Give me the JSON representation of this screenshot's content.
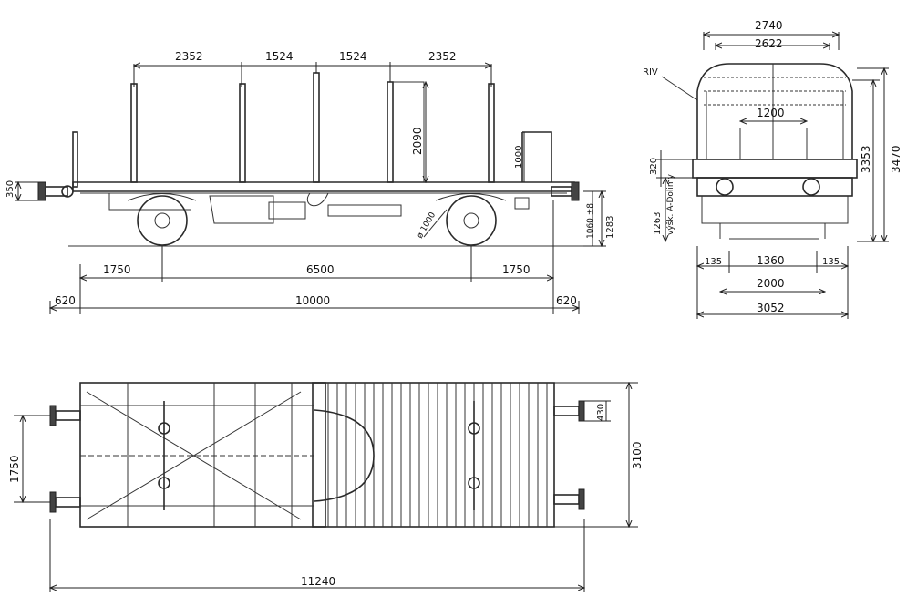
{
  "side_view": {
    "stake_spacing": [
      "2352",
      "1524",
      "1524",
      "2352"
    ],
    "stake_height": "2090",
    "end_wall_height": "1000",
    "buffer_height": "350",
    "top_of_frame_height": "1283",
    "top_of_frame_height_alt": "1060 ±8",
    "wheel_diameter": "ø 1000",
    "overhang_left": "1750",
    "wheelbase": "6500",
    "overhang_right": "1750",
    "buffer_length_left": "620",
    "length_over_frame": "10000",
    "buffer_length_right": "620"
  },
  "end_view": {
    "top_width_outer": "2740",
    "top_width_inner": "2622",
    "label_riv": "RIV",
    "inner_gap": "1200",
    "floor_to_frame": "320",
    "height_to_stakes": "3353",
    "total_height": "3470",
    "frame_height_label": "1263",
    "frame_height_note": "výšk. A-Dolimy",
    "left_margin": "135",
    "track_gauge": "1360",
    "right_margin": "135",
    "buffer_spacing": "2000",
    "overall_width": "3052"
  },
  "plan_view": {
    "left_spacing": "1750",
    "buffer_offset": "430",
    "overall_width": "3100",
    "overall_length": "11240"
  }
}
